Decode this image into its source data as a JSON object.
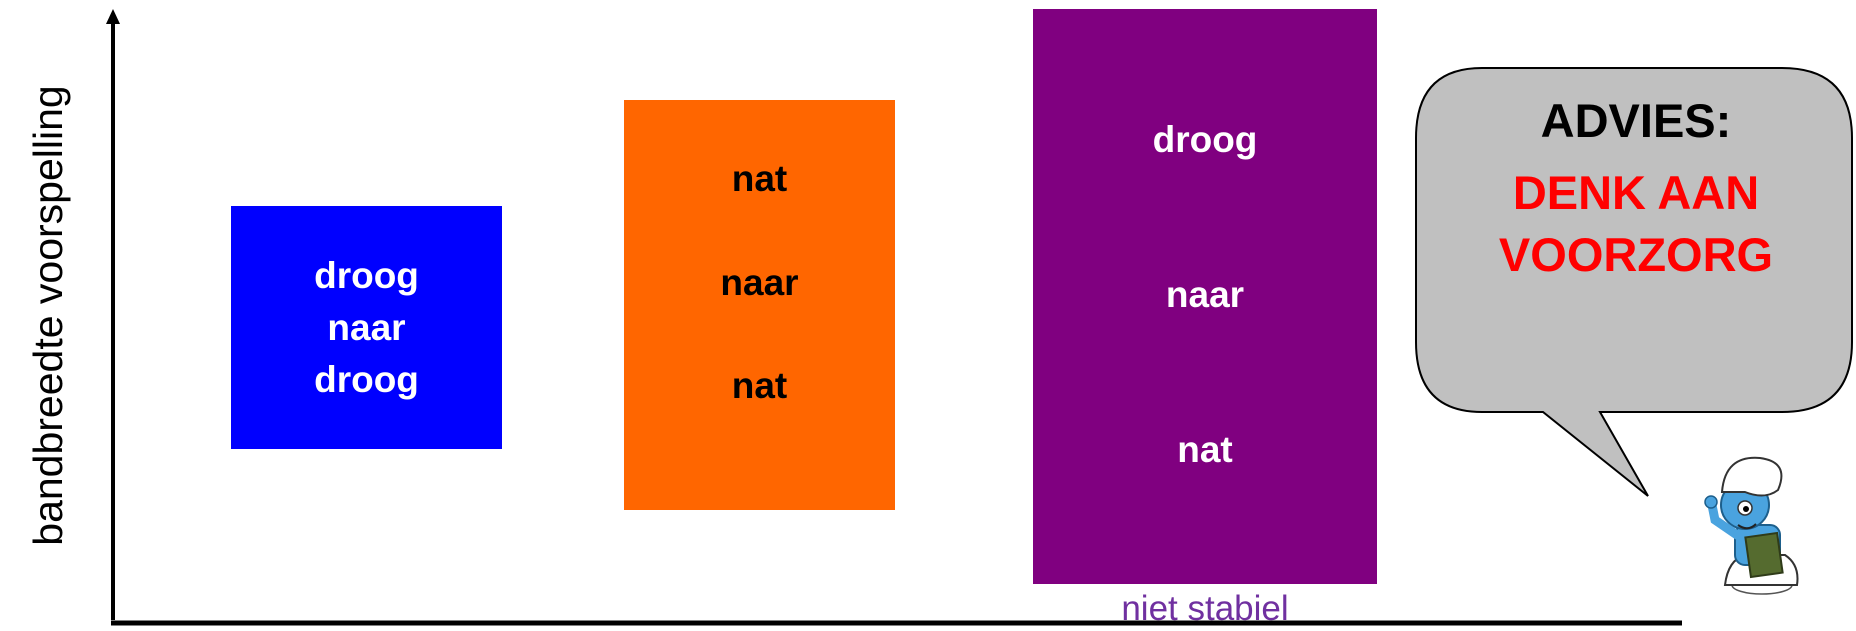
{
  "y_axis_label": "bandbreedte voorspelling",
  "blocks": [
    {
      "lines": [
        "droog",
        "naar",
        "droog"
      ],
      "color": "#0000ff",
      "text_color": "#ffffff"
    },
    {
      "lines": [
        "nat",
        "naar",
        "nat"
      ],
      "color": "#ff6600",
      "text_color": "#000000"
    },
    {
      "lines": [
        "droog",
        "naar",
        "nat"
      ],
      "color": "#800080",
      "text_color": "#ffffff"
    }
  ],
  "unstable_label": "niet stabiel",
  "advice": {
    "heading": "ADVIES:",
    "line1": "DENK AAN",
    "line2": "VOORZORG",
    "heading_color": "#000000",
    "text_color": "#ff0000",
    "bubble_color": "#c0c0c0"
  },
  "mascot": "smurf-icon"
}
